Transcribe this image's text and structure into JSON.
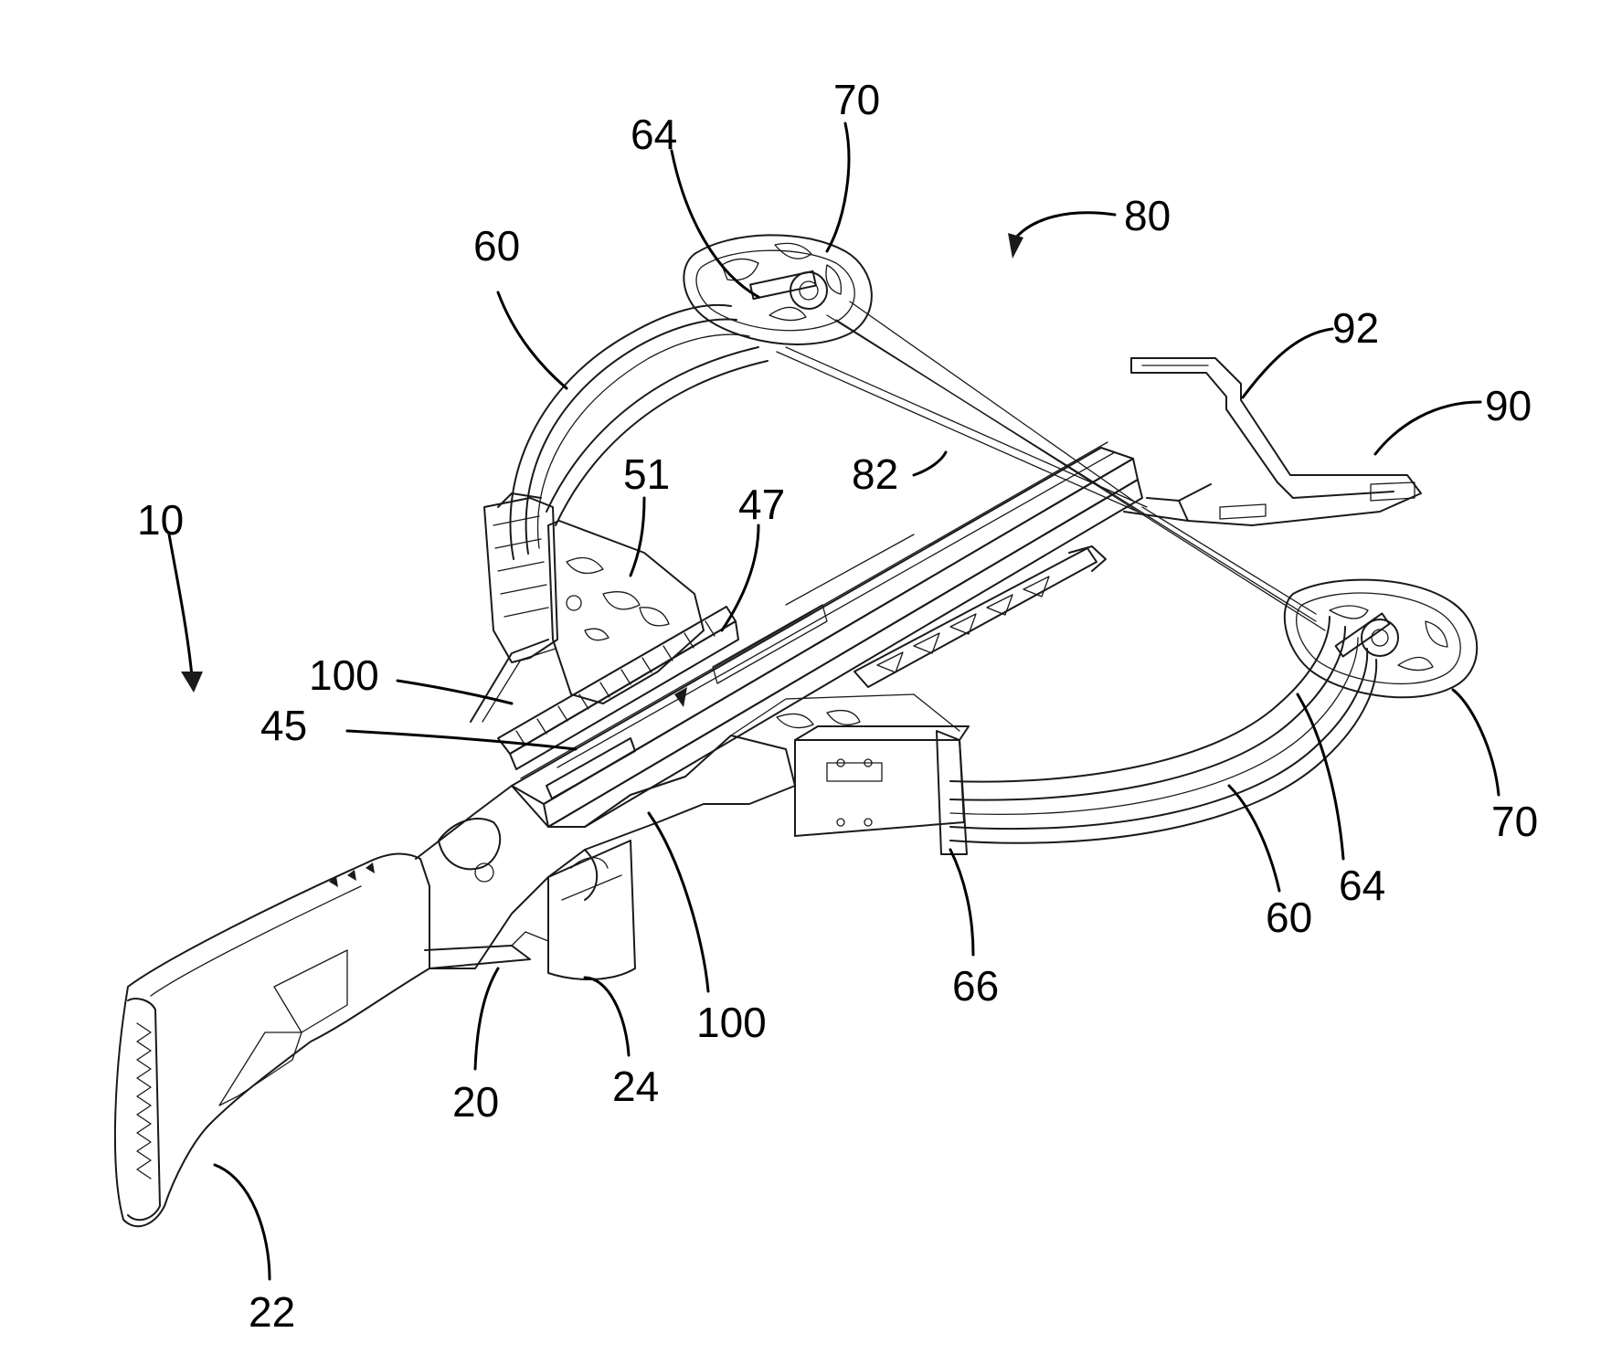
{
  "labels": {
    "stock_assembly": "10",
    "riser": "20",
    "butt_plate": "22",
    "grip": "24",
    "scope_rail": "45",
    "rail_mount": "47",
    "riser_bracket": "51",
    "limb_upper": "60",
    "limb_lower": "60",
    "limb_inner_upper": "64",
    "limb_inner_lower": "64",
    "limb_pocket": "66",
    "cam_upper": "70",
    "cam_lower": "70",
    "string_direction": "80",
    "bowstring": "82",
    "foot_stirrup": "90",
    "stirrup_bar": "92",
    "cable_left": "100",
    "cable_right": "100"
  },
  "colors": {
    "line": "#1a1a1a",
    "background": "#ffffff"
  }
}
